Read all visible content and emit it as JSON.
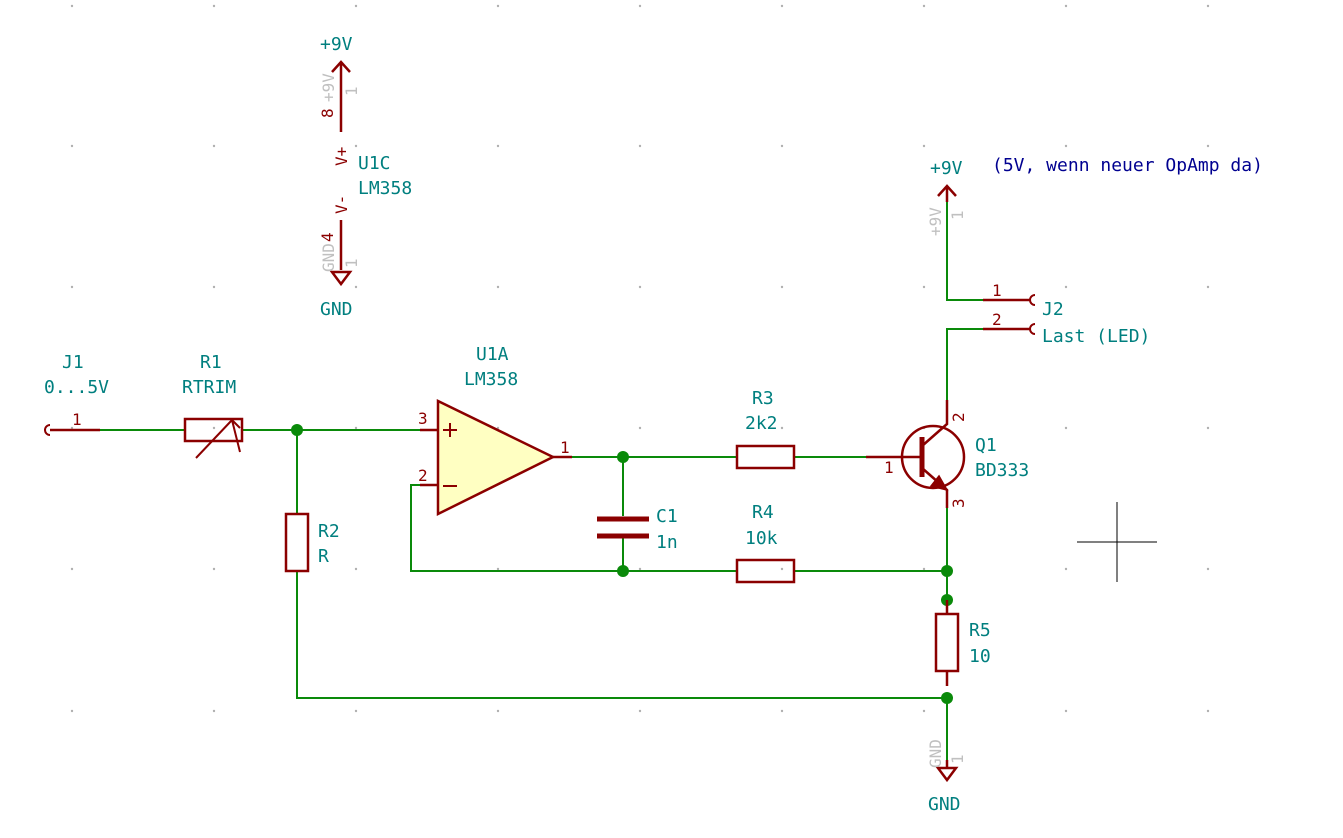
{
  "notes": {
    "supply_note": "(5V, wenn neuer OpAmp da)"
  },
  "power": {
    "vcc_top": "+9V",
    "vcc_right": "+9V",
    "gnd_top": "GND",
    "gnd_bottom": "GND",
    "hidden_vcc_pin": "+9V",
    "hidden_gnd_pin": "GND",
    "hidden_pin_num": "1"
  },
  "u1c": {
    "ref": "U1C",
    "value": "LM358",
    "pin_vplus": "8",
    "pin_vminus": "4",
    "name_vplus": "V+",
    "name_vminus": "V-"
  },
  "u1a": {
    "ref": "U1A",
    "value": "LM358",
    "pin_plus": "3",
    "pin_minus": "2",
    "pin_out": "1"
  },
  "j1": {
    "ref": "J1",
    "value": "0...5V",
    "pin": "1"
  },
  "j2": {
    "ref": "J2",
    "value": "Last (LED)",
    "pin1": "1",
    "pin2": "2"
  },
  "r1": {
    "ref": "R1",
    "value": "RTRIM"
  },
  "r2": {
    "ref": "R2",
    "value": "R"
  },
  "r3": {
    "ref": "R3",
    "value": "2k2"
  },
  "r4": {
    "ref": "R4",
    "value": "10k"
  },
  "r5": {
    "ref": "R5",
    "value": "10"
  },
  "c1": {
    "ref": "C1",
    "value": "1n"
  },
  "q1": {
    "ref": "Q1",
    "value": "BD333",
    "pin_b": "1",
    "pin_c": "2",
    "pin_e": "3"
  },
  "colors": {
    "wire": "#0a8a0a",
    "symbol": "#8b0000",
    "reference": "#007f7f",
    "note": "#000090",
    "opamp_fill": "#ffffc2"
  }
}
